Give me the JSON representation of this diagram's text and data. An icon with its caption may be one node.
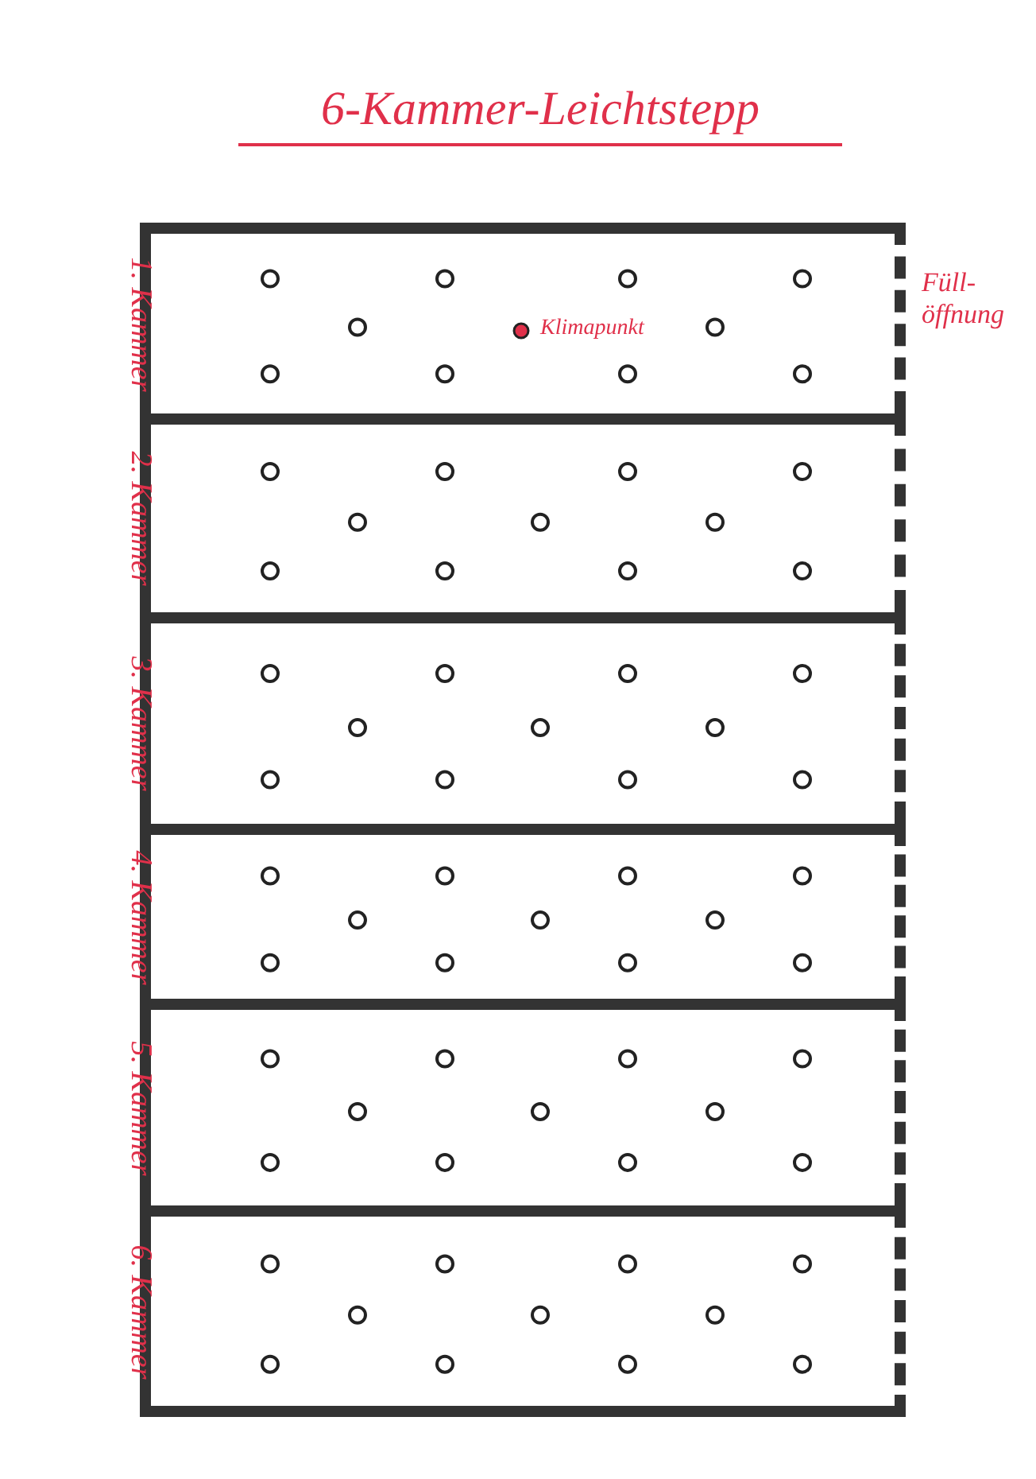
{
  "diagram": {
    "title": "6-Kammer-Leichtstepp",
    "nodes": [
      {
        "text": [
          "1. Kammer"
        ]
      },
      {
        "text": [
          "2. Kammer"
        ]
      },
      {
        "text": [
          "3. Kammer"
        ]
      },
      {
        "text": [
          "4. Kammer"
        ]
      },
      {
        "text": [
          "5. Kammer"
        ]
      },
      {
        "text": [
          "6. Kammer"
        ]
      }
    ],
    "edges": [],
    "labels": [
      "Klimapunkt",
      "Füll- öffnung"
    ]
  }
}
